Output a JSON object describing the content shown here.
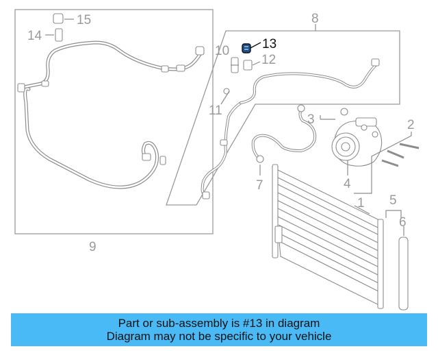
{
  "callouts": {
    "c1": "1",
    "c2": "2",
    "c3": "3",
    "c4": "4",
    "c5": "5",
    "c6": "6",
    "c7": "7",
    "c8": "8",
    "c9": "9",
    "c10": "10",
    "c11": "11",
    "c12": "12",
    "c13": "13",
    "c14": "14",
    "c15": "15"
  },
  "highlighted_part": "13",
  "banner": {
    "line1": "Part or sub-assembly is #13 in diagram",
    "line2": "Diagram may not be specific to your vehicle",
    "color": "#49baf5"
  },
  "colors": {
    "line": "#8c8c8c",
    "label": "#9a9a9a",
    "highlight": "#111111"
  }
}
